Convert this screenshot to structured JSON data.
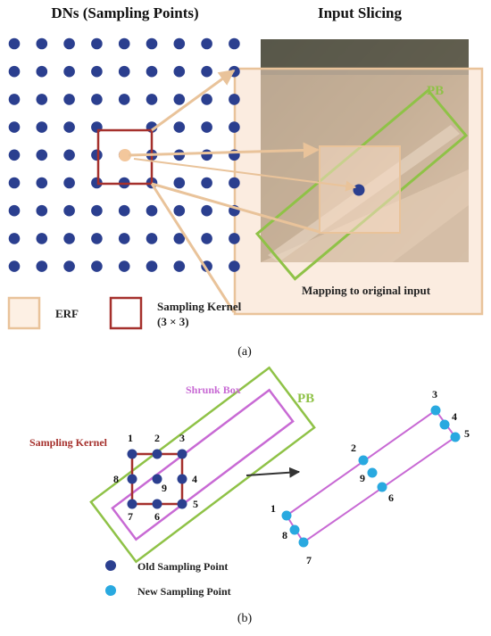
{
  "panel_a": {
    "title_left": "DNs (Sampling Points)",
    "title_right": "Input Slicing",
    "pb_label": "PB",
    "mapping_label": "Mapping to original input",
    "legend_erf": "ERF",
    "legend_kernel_line1": "Sampling Kernel",
    "legend_kernel_line2": "(3 × 3)",
    "caption": "(a)",
    "grid": {
      "rows": 9,
      "cols": 9,
      "highlight_row": 3,
      "highlight_col": 4
    }
  },
  "panel_b": {
    "shrunk_box_label": "Shrunk Box",
    "pb_label": "PB",
    "kernel_label": "Sampling Kernel",
    "old_point_numbers": [
      "1",
      "2",
      "3",
      "4",
      "5",
      "6",
      "7",
      "8",
      "9"
    ],
    "new_point_numbers": [
      "1",
      "2",
      "3",
      "4",
      "5",
      "6",
      "7",
      "8",
      "9"
    ],
    "legend_old": "Old Sampling Point",
    "legend_new": "New Sampling Point",
    "caption": "(b)"
  },
  "colors": {
    "dot": "#2b3f8f",
    "new_point": "#29a9e0",
    "kernel": "#a5302c",
    "erf": "#e9c39a",
    "erf_fill": "#f7dcc6",
    "pb": "#8fc247",
    "shrunk": "#c86ad4",
    "image_bg": "#7e6f55"
  },
  "icons": {
    "arrow": "arrow-right-icon"
  }
}
